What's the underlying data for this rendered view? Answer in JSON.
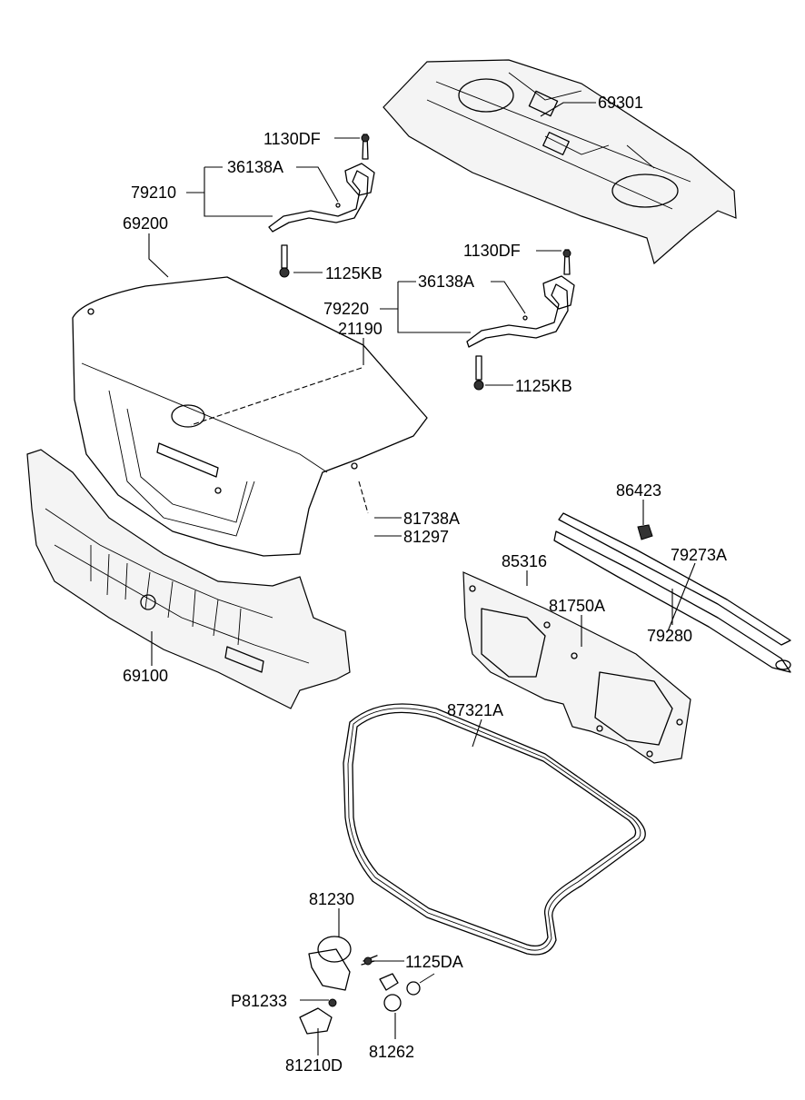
{
  "labels": {
    "p69301": "69301",
    "p1130DF_a": "1130DF",
    "p36138A_a": "36138A",
    "p79210": "79210",
    "p69200": "69200",
    "p1125KB_a": "1125KB",
    "p1130DF_b": "1130DF",
    "p36138A_b": "36138A",
    "p79220": "79220",
    "p21190": "21190",
    "p1125KB_b": "1125KB",
    "p86423": "86423",
    "p81738A": "81738A",
    "p81297": "81297",
    "p85316": "85316",
    "p79273A": "79273A",
    "p81750A": "81750A",
    "p79280": "79280",
    "p69100": "69100",
    "p87321A": "87321A",
    "p81230": "81230",
    "p1125DA": "1125DA",
    "pP81233": "P81233",
    "p81262": "81262",
    "p81210D": "81210D"
  }
}
